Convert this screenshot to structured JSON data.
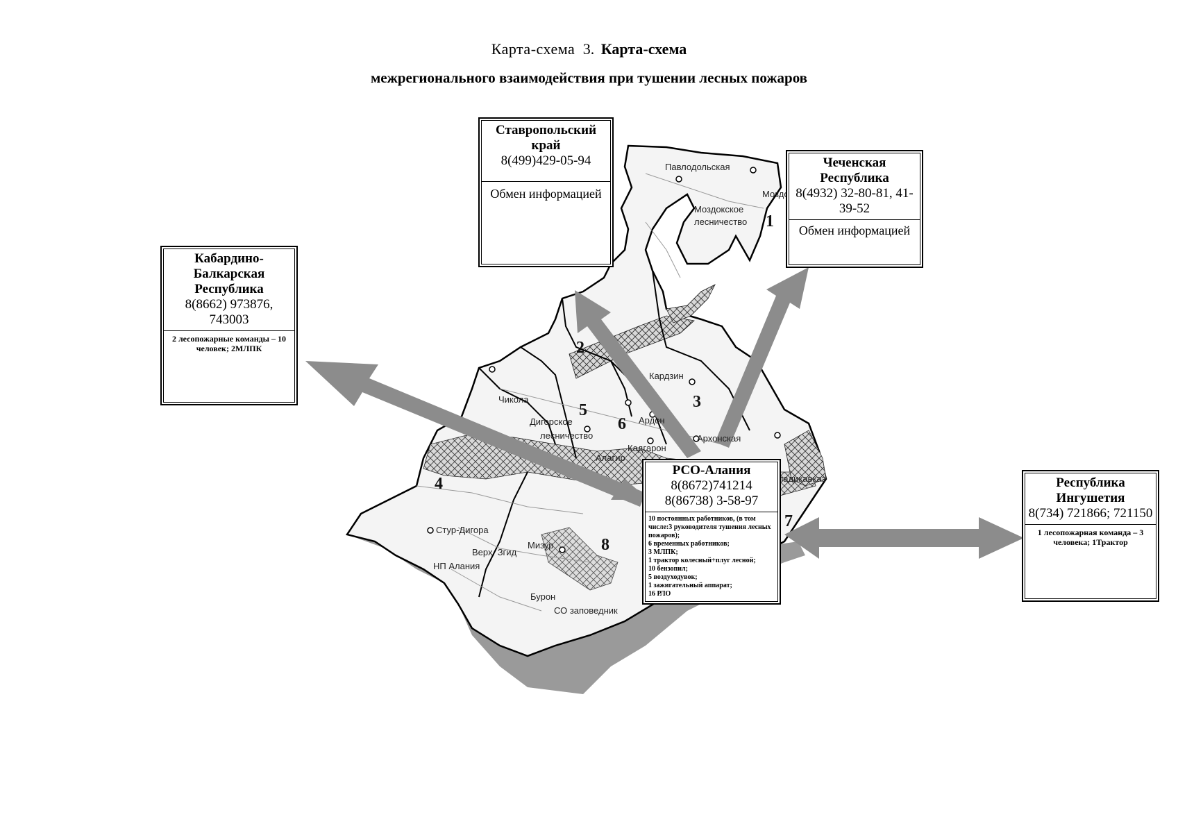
{
  "title": {
    "prefix": "Карта-схема",
    "number": "3.",
    "bold": "Карта-схема",
    "line2": "межрегионального взаимодействия при тушении лесных пожаров"
  },
  "boxes": {
    "stavropol": {
      "name": "Ставропольский край",
      "phone": "8(499)429-05-94",
      "info": "Обмен информацией"
    },
    "chechnya": {
      "name": "Чеченская Республика",
      "phone": "8(4932) 32-80-81, 41-39-52",
      "info": "Обмен информацией"
    },
    "kbr": {
      "name": "Кабардино-Балкарская Республика",
      "phone": "8(8662) 973876, 743003",
      "info": "2 лесопожарные команды – 10 человек; 2МЛПК"
    },
    "rso": {
      "name": "РСО-Алания",
      "phone1": "8(8672)741214",
      "phone2": "8(86738) 3-58-97",
      "items": [
        "10 постоянных работников, (в том числе:3 руководителя тушения лесных пожаров);",
        "6 временных работников;",
        "3 МЛПК;",
        "1 трактор колесный+плуг лесной;",
        "10 бензопил;",
        "5 воздуходувок;",
        "1 зажигательный аппарат;",
        "16 РЛО"
      ]
    },
    "ingushetia": {
      "name": "Республика Ингушетия",
      "phone": "8(734) 721866; 721150",
      "info": "1 лесопожарная команда – 3 человека; 1Трактор"
    }
  },
  "places": {
    "pavlodolskaya": "Павлодольская",
    "mozdok": "Моздок",
    "mozdok_forestry": "Моздокское лесничество",
    "mozdok_forestry_l1": "Моздокское",
    "mozdok_forestry_l2": "лесничество",
    "chikola": "Чикола",
    "kardzhin": "Кардзин",
    "digora_forestry_l1": "Дигорское",
    "digora_forestry_l2": "лесничество",
    "ardon": "Ардон",
    "arkhonskaya": "Архонская",
    "kadgaron": "Кадгарон",
    "alagir": "Алагир",
    "vladikavkaz": "Владикавказ",
    "stur_digora": "Стур-Дигора",
    "verkh_zgid": "Верх. Згид",
    "np_alania": "НП Алания",
    "mizur": "Мизур",
    "buron": "Бурон",
    "reserve": "СО заповедник"
  },
  "districts": [
    "1",
    "2",
    "3",
    "4",
    "5",
    "6",
    "7",
    "8"
  ],
  "colors": {
    "arrow": "#8c8c8c",
    "region_fill": "#f4f4f4",
    "border": "#000000"
  }
}
